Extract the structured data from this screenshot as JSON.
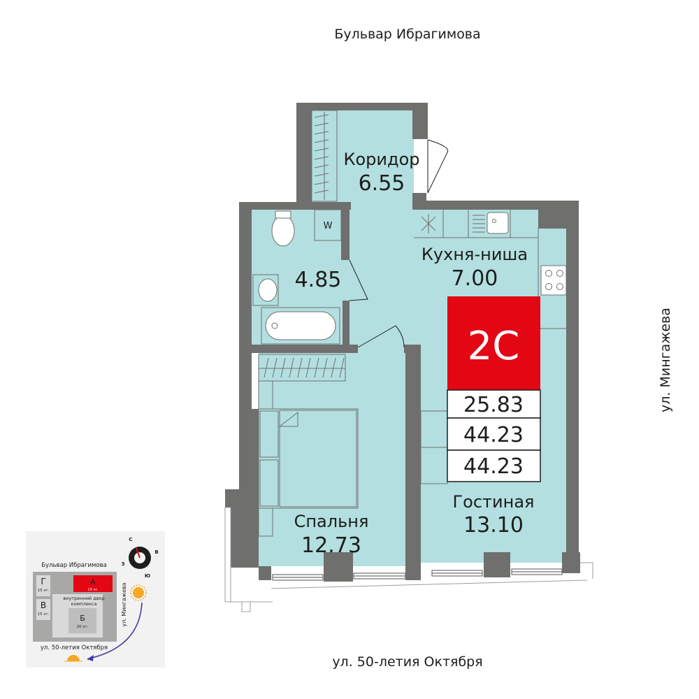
{
  "streets": {
    "top": "Бульвар Ибрагимова",
    "right": "ул. Мингажева",
    "bottom": "ул. 50-летия Октября"
  },
  "rooms": {
    "corridor": {
      "name": "Коридор",
      "area": "6.55"
    },
    "bathroom": {
      "area": "4.85"
    },
    "washer_label": "W",
    "kitchen": {
      "name": "Кухня-ниша",
      "area": "7.00"
    },
    "bedroom": {
      "name": "Спальня",
      "area": "12.73"
    },
    "living": {
      "name": "Гостиная",
      "area": "13.10"
    }
  },
  "badge": {
    "type": "2С",
    "living_area": "25.83",
    "total_area": "44.23",
    "total_area_2": "44.23",
    "color": "#e30613"
  },
  "colors": {
    "floor": "#b3dfe0",
    "wall": "#6f6f6e"
  },
  "minimap": {
    "street_top": "Бульвар Ибрагимова",
    "street_right": "ул. Мингажева",
    "street_bottom": "ул. 50-летия Октября",
    "courtyard": [
      "внутренний двор",
      "комплекса"
    ],
    "compass": {
      "n": "С",
      "e": "В",
      "s": "Ю",
      "w": "З"
    },
    "buildings": [
      {
        "letter": "Г",
        "floors": "15 эт."
      },
      {
        "letter": "В",
        "floors": "15 эт."
      },
      {
        "letter": "А",
        "floors": "10 эт."
      },
      {
        "letter": "Б",
        "floors": "20 эт."
      }
    ]
  }
}
